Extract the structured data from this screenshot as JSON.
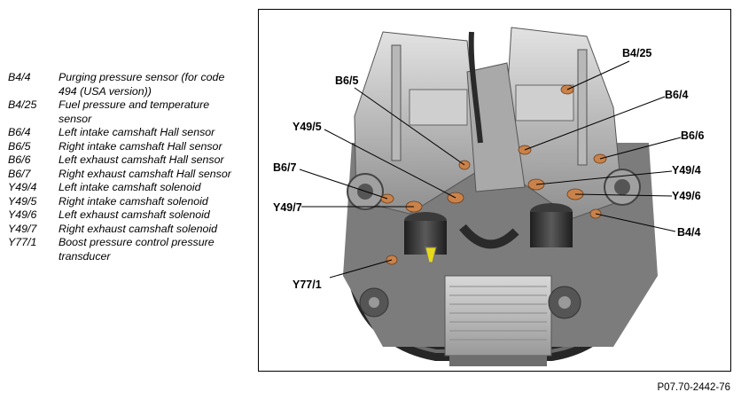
{
  "legend": [
    {
      "code": "B4/4",
      "desc": "Purging pressure sensor (for code 494 (USA version))"
    },
    {
      "code": "B4/25",
      "desc": "Fuel pressure and temperature sensor"
    },
    {
      "code": "B6/4",
      "desc": "Left intake camshaft Hall sensor"
    },
    {
      "code": "B6/5",
      "desc": "Right intake camshaft Hall sensor"
    },
    {
      "code": "B6/6",
      "desc": "Left exhaust camshaft Hall sensor"
    },
    {
      "code": "B6/7",
      "desc": "Right exhaust camshaft Hall sensor"
    },
    {
      "code": "Y49/4",
      "desc": "Left intake camshaft solenoid"
    },
    {
      "code": "Y49/5",
      "desc": "Right intake camshaft solenoid"
    },
    {
      "code": "Y49/6",
      "desc": "Left exhaust camshaft solenoid"
    },
    {
      "code": "Y49/7",
      "desc": "Right exhaust camshaft solenoid"
    },
    {
      "code": "Y77/1",
      "desc": "Boost pressure control pressure transducer"
    }
  ],
  "callouts": {
    "b4_25": "B4/25",
    "b6_5": "B6/5",
    "b6_4": "B6/4",
    "y49_5": "Y49/5",
    "b6_6": "B6/6",
    "b6_7": "B6/7",
    "y49_4": "Y49/4",
    "y49_7": "Y49/7",
    "y49_6": "Y49/6",
    "b4_4": "B4/4",
    "y77_1": "Y77/1"
  },
  "figure_ref": "P07.70-2442-76",
  "colors": {
    "engine_dark": "#3a3a3a",
    "engine_mid": "#8a8a8a",
    "engine_light": "#cfcfcf",
    "component_orange": "#c8824a",
    "component_yellow": "#e8d81a"
  }
}
